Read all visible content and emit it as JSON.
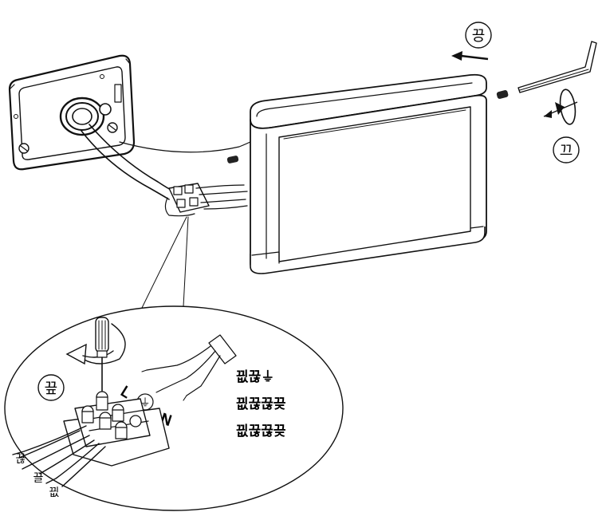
{
  "step_labels": {
    "remove_screw_step": "끙",
    "hex_key_step": "끄",
    "wiring_step": "끞"
  },
  "terminal_symbols": {
    "line": "L",
    "earth": "⏚",
    "neutral": "N"
  },
  "wire_legend": [
    {
      "text": "끲끊⏚"
    },
    {
      "text": "끲끊끊끚"
    },
    {
      "text": "끲끊끊끚"
    }
  ],
  "wire_tags": [
    "끊",
    "끌",
    "끲"
  ],
  "icons": [
    "screwdriver-icon",
    "hex-key-icon",
    "rotation-arrow-icon",
    "earth-symbol-icon"
  ]
}
